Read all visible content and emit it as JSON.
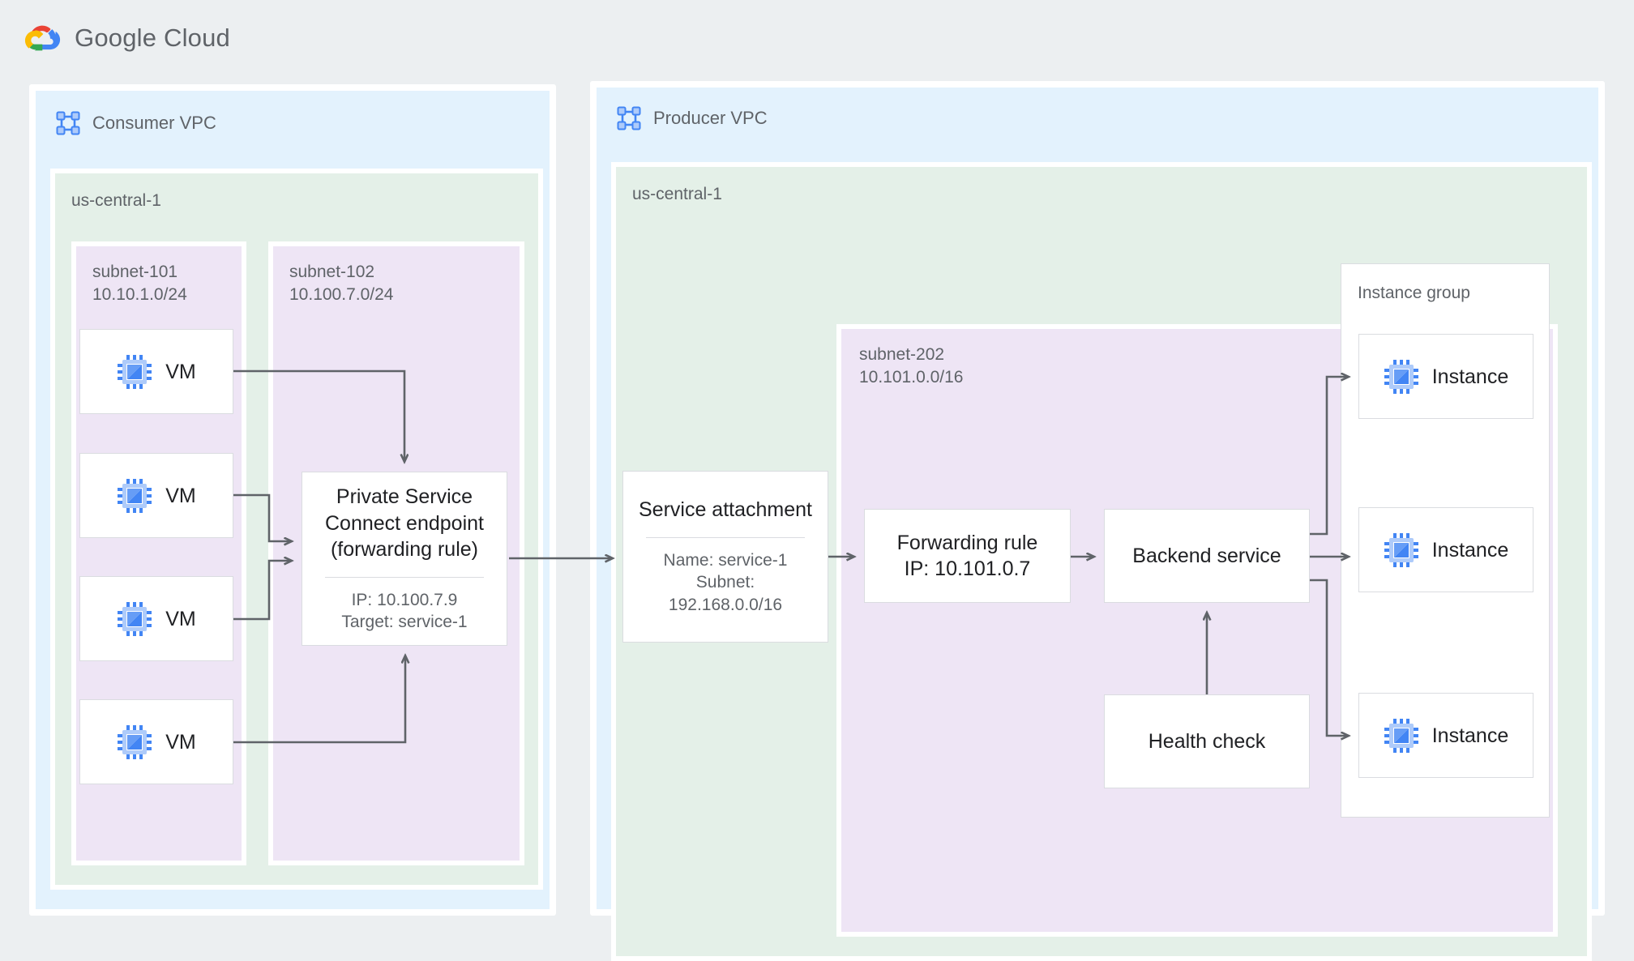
{
  "brand": {
    "name": "Google Cloud",
    "logo_icon": "google-cloud-logo"
  },
  "consumer": {
    "vpc_label": "Consumer VPC",
    "vpc_icon": "vpc-network-icon",
    "region_label": "us-central-1",
    "subnets": [
      {
        "name": "subnet-101",
        "cidr": "10.10.1.0/24"
      },
      {
        "name": "subnet-102",
        "cidr": "10.100.7.0/24"
      }
    ],
    "vms": [
      {
        "label": "VM",
        "icon": "vm-chip-icon"
      },
      {
        "label": "VM",
        "icon": "vm-chip-icon"
      },
      {
        "label": "VM",
        "icon": "vm-chip-icon"
      },
      {
        "label": "VM",
        "icon": "vm-chip-icon"
      }
    ],
    "psc_endpoint": {
      "title": "Private Service\nConnect endpoint\n(forwarding rule)",
      "meta": "IP: 10.100.7.9\nTarget: service-1"
    }
  },
  "producer": {
    "vpc_label": "Producer VPC",
    "vpc_icon": "vpc-network-icon",
    "region_label": "us-central-1",
    "subnet": {
      "name": "subnet-202",
      "cidr": "10.101.0.0/16"
    },
    "service_attachment": {
      "title": "Service attachment",
      "meta": "Name: service-1\nSubnet:\n192.168.0.0/16"
    },
    "forwarding_rule": {
      "title": "Forwarding rule\nIP: 10.101.0.7"
    },
    "backend_service": {
      "title": "Backend service"
    },
    "health_check": {
      "title": "Health check"
    },
    "instance_group": {
      "label": "Instance group",
      "instances": [
        {
          "label": "Instance",
          "icon": "vm-chip-icon"
        },
        {
          "label": "Instance",
          "icon": "vm-chip-icon"
        },
        {
          "label": "Instance",
          "icon": "vm-chip-icon"
        }
      ]
    }
  },
  "colors": {
    "page_background": "#eceff1",
    "vpc_fill": "#e3f2fd",
    "region_fill": "#e4f0e8",
    "subnet_fill": "#eee5f5",
    "node_fill": "#ffffff",
    "node_border": "#dadce0",
    "connector": "#5f6368",
    "text_primary": "#202124",
    "text_secondary": "#5f6368",
    "icon_blue": "#4285f4",
    "icon_blue_light": "#aecbfa"
  }
}
